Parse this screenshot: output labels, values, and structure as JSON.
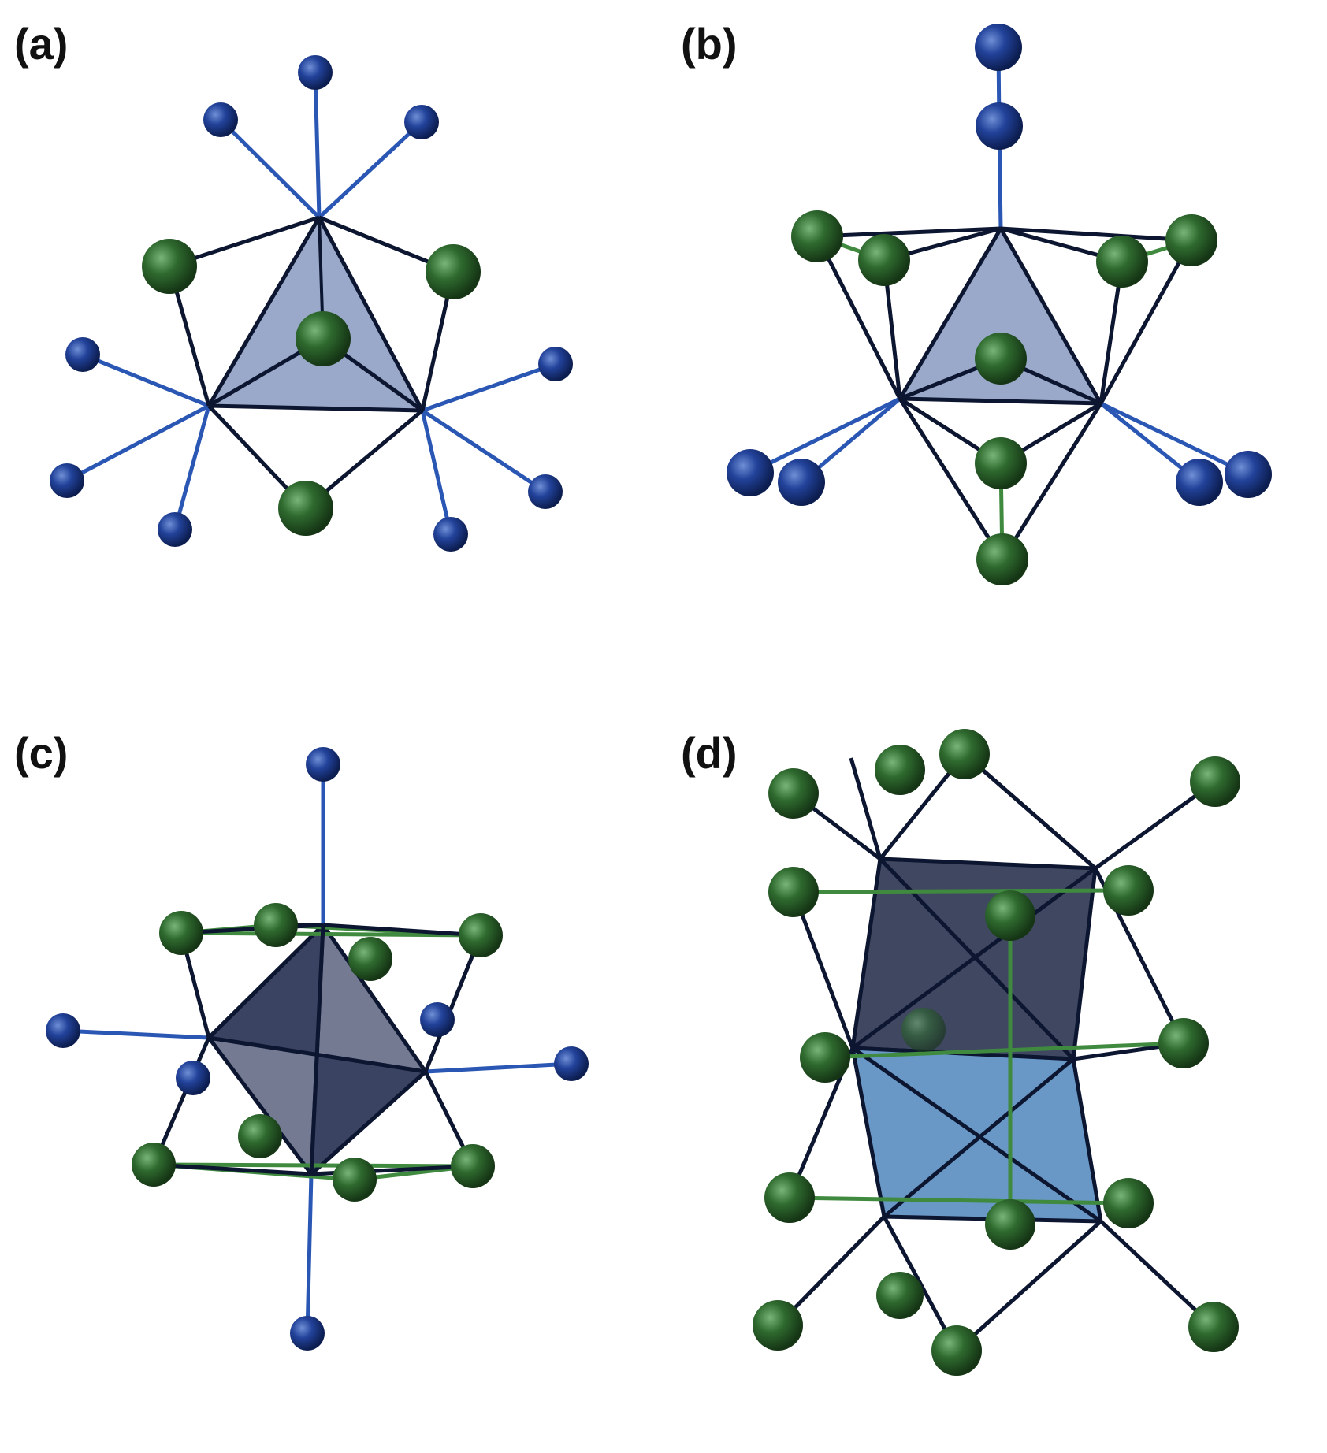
{
  "panels": [
    {
      "id": "a",
      "label": "(a)"
    },
    {
      "id": "b",
      "label": "(b)"
    },
    {
      "id": "c",
      "label": "(c)"
    },
    {
      "id": "d",
      "label": "(d)"
    }
  ],
  "colors": {
    "metal_bond": "#0d1630",
    "blue_atom": "#1e3f8f",
    "blue_bond": "#2a56b4",
    "green_atom": "#2f6a2f",
    "green_bond": "#3f8a3f",
    "polyhedron_light": "#6e85b0",
    "polyhedron_dark": "#2b3350",
    "polyhedron_blue": "#4f86bd"
  }
}
